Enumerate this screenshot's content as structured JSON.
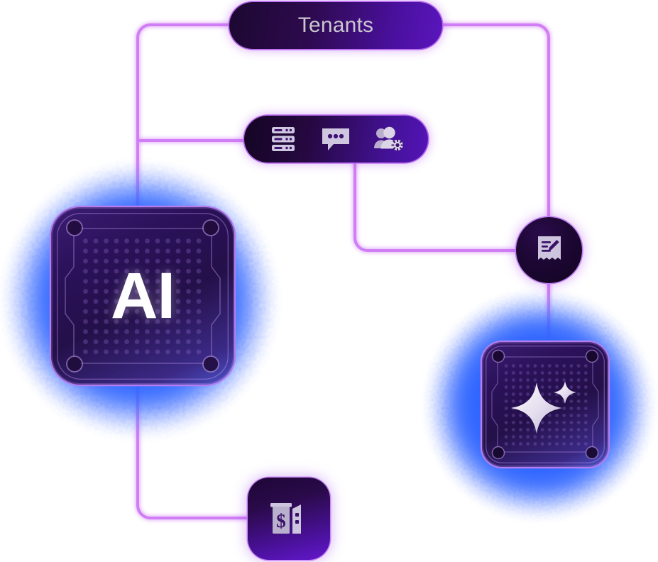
{
  "diagram": {
    "type": "architecture-flow",
    "background_color": "#ffffff",
    "accent_line_color": "#d07ef5",
    "glow_color": "#2f62ff",
    "chip_border_color": "#b27ef0"
  },
  "tenants_node": {
    "label": "Tenants",
    "shape": "pill",
    "text_color": "#c9c6cf"
  },
  "services_node": {
    "shape": "pill",
    "icons": [
      {
        "name": "server-rack-icon",
        "title": "Servers"
      },
      {
        "name": "chat-bubble-icon",
        "title": "Messaging"
      },
      {
        "name": "users-gear-icon",
        "title": "User Management"
      }
    ]
  },
  "billing_badge": {
    "shape": "circle",
    "icon": {
      "name": "receipt-edit-icon",
      "title": "Invoice"
    }
  },
  "money_tile": {
    "shape": "rounded-square",
    "icon": {
      "name": "money-building-icon",
      "title": "Billing",
      "symbol": "$"
    }
  },
  "ai_chip": {
    "label": "AI",
    "icon_name": "ai-processor-chip",
    "corner_pads": 4,
    "glow": "#2f62ff"
  },
  "sparkle_chip": {
    "label": "",
    "icon_name": "sparkle-chip",
    "sparkles": 2,
    "corner_pads": 4,
    "glow": "#2f62ff"
  },
  "connections": [
    {
      "from": "tenants_node",
      "to": "ai_chip",
      "name": "tenants-to-ai"
    },
    {
      "from": "tenants_node",
      "to": "services_node",
      "name": "tenants-to-services"
    },
    {
      "from": "tenants_node",
      "to": "billing_badge",
      "name": "tenants-to-billing"
    },
    {
      "from": "services_node",
      "to": "billing_badge",
      "name": "services-to-billing"
    },
    {
      "from": "billing_badge",
      "to": "sparkle_chip",
      "name": "billing-to-sparkle-chip"
    },
    {
      "from": "ai_chip",
      "to": "money_tile",
      "name": "ai-to-money"
    }
  ]
}
